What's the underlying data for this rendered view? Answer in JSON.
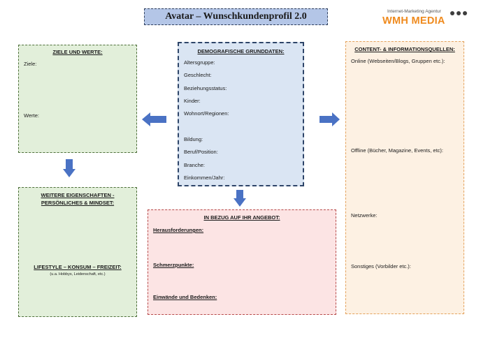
{
  "title": "Avatar – Wunschkundenprofil 2.0",
  "logo": {
    "tagline": "Internet-Marketing Agentur",
    "name": "WMH MEDIA"
  },
  "ziele": {
    "heading": "ZIELE UND WERTE:",
    "fields": [
      "Ziele:",
      "Werte:"
    ]
  },
  "demografisch": {
    "heading": "DEMOGRAFISCHE GRUNDDATEN:",
    "fields": [
      "Altersgruppe:",
      "Geschlecht:",
      "Beziehungsstatus:",
      "Kinder:",
      "Wohnort/Regionen:",
      "Bildung:",
      "Beruf/Position:",
      "Branche:",
      "Einkommen/Jahr:"
    ]
  },
  "weitere": {
    "heading_line1": "WEITERE EIGENSCHAFTEN -",
    "heading_line2": "PERSÖNLICHES & MINDSET:",
    "lifestyle": "LIFESTYLE – KONSUM – FREIZEIT:",
    "lifestyle_note": "(u.a. Hobbys, Leidenschaft, etc.)"
  },
  "angebot": {
    "heading": "IN BEZUG AUF IHR ANGEBOT:",
    "fields": [
      "Herausforderungen:",
      "Schmerzpunkte:",
      "Einwände und Bedenken:"
    ]
  },
  "content": {
    "heading": "CONTENT- & INFORMATIONSQUELLEN:",
    "fields": [
      "Online (Webseiten/Blogs, Gruppen etc.):",
      "Offline (Bücher, Magazine, Events, etc):",
      "Netzwerke:",
      "Sonstiges (Vorbilder etc.):"
    ]
  },
  "colors": {
    "arrow": "#4a72c4",
    "green_box": "#e2efda",
    "blue_box": "#dae5f3",
    "red_box": "#fce4e4",
    "orange_box": "#fdf1e3",
    "title_fill": "#b4c6e7",
    "logo_orange": "#ef8a1d"
  }
}
